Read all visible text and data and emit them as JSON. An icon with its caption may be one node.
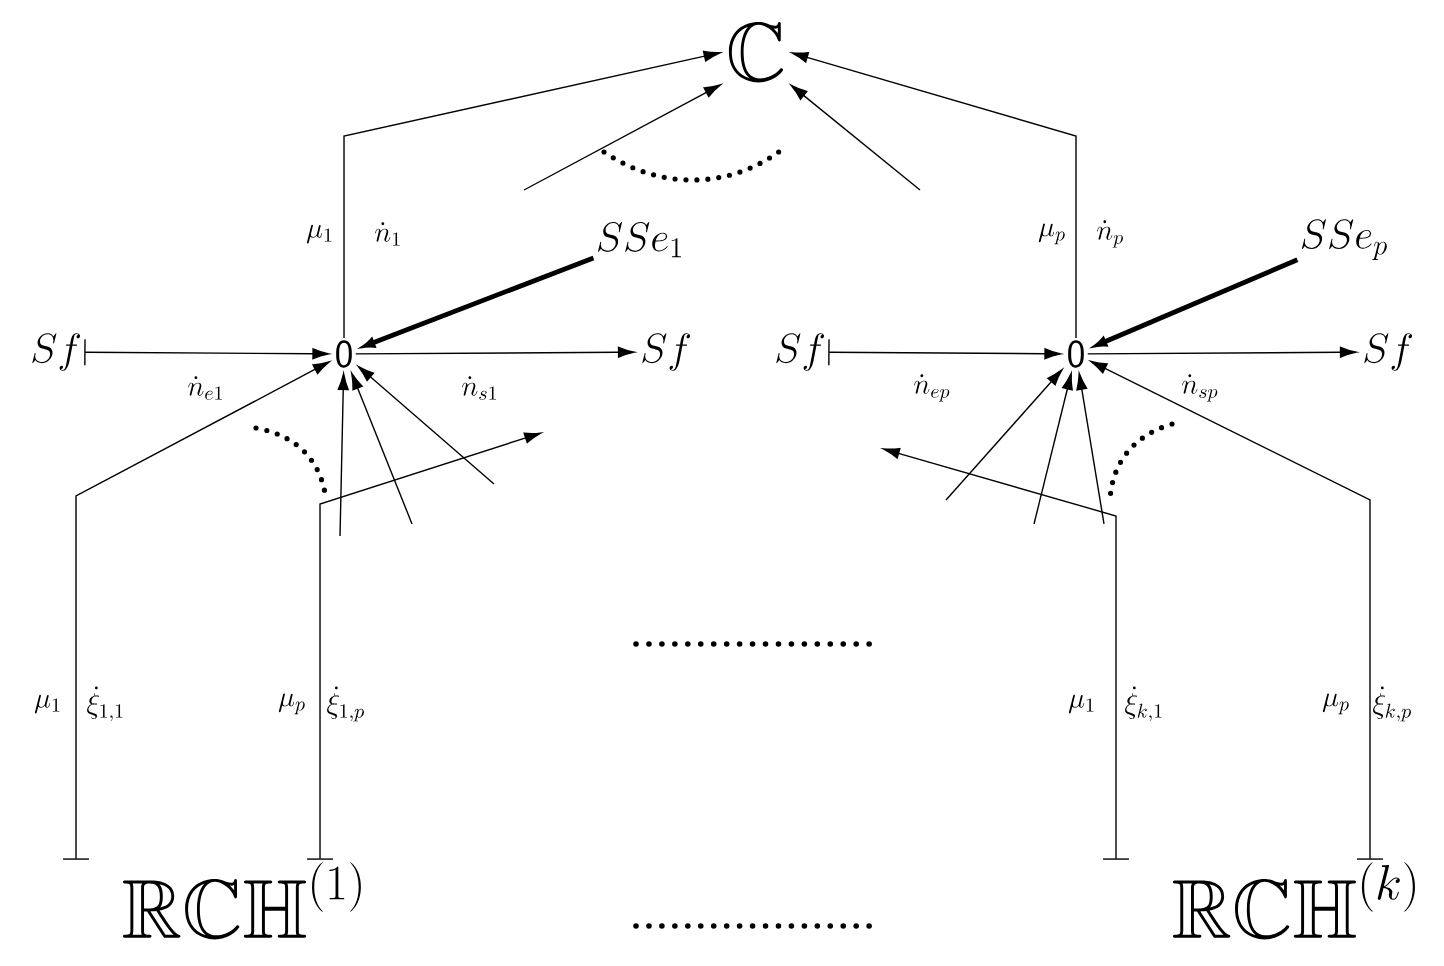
{
  "diagram": {
    "nodes": [
      {
        "text": [
          "\\mathbb{C}"
        ]
      },
      {
        "text": [
          "\\mathsf{0}"
        ]
      },
      {
        "text": [
          "\\mathsf{0}"
        ]
      },
      {
        "text": [
          "SSe_1"
        ]
      },
      {
        "text": [
          "SSe_p"
        ]
      },
      {
        "text": [
          "Sf"
        ]
      },
      {
        "text": [
          "Sf"
        ]
      },
      {
        "text": [
          "Sf"
        ]
      },
      {
        "text": [
          "Sf"
        ]
      },
      {
        "text": [
          "\\mathbb{RCH}^{(1)}"
        ]
      },
      {
        "text": [
          "\\mathbb{RCH}^{(k)}"
        ]
      }
    ],
    "edges": [
      {
        "from": 1,
        "to": 0,
        "arrow": "to",
        "label": "\\mu_1"
      },
      {
        "from": 2,
        "to": 0,
        "arrow": "to",
        "label": "\\mu_p"
      },
      {
        "from": null,
        "to": 0,
        "arrow": "to"
      },
      {
        "from": null,
        "to": 0,
        "arrow": "to"
      },
      {
        "from": 3,
        "to": 1,
        "arrow": "to",
        "style": "thick"
      },
      {
        "from": 4,
        "to": 2,
        "arrow": "to",
        "style": "thick"
      },
      {
        "from": 5,
        "to": 1,
        "arrow": "to",
        "label": "\\dot{n}_{e1}"
      },
      {
        "from": 1,
        "to": 6,
        "arrow": "to",
        "label": "\\dot{n}_{s1}"
      },
      {
        "from": 7,
        "to": 2,
        "arrow": "to",
        "label": "\\dot{n}_{ep}"
      },
      {
        "from": 2,
        "to": 8,
        "arrow": "to",
        "label": "\\dot{n}_{sp}"
      },
      {
        "from": 9,
        "to": 1,
        "arrow": "to",
        "label": "\\mu_1"
      },
      {
        "from": null,
        "to": 1,
        "arrow": "to"
      },
      {
        "from": null,
        "to": 1,
        "arrow": "to"
      },
      {
        "from": null,
        "to": 1,
        "arrow": "to"
      },
      {
        "from": 9,
        "to": null,
        "arrow": "to",
        "label": "\\mu_p"
      },
      {
        "from": null,
        "to": 2,
        "arrow": "to"
      },
      {
        "from": null,
        "to": 2,
        "arrow": "to"
      },
      {
        "from": null,
        "to": 2,
        "arrow": "to"
      },
      {
        "from": 10,
        "to": null,
        "arrow": "to",
        "label": "\\mu_1"
      },
      {
        "from": 10,
        "to": 2,
        "arrow": "to",
        "label": "\\mu_p"
      }
    ],
    "labels": [
      "\\dot{n}_1",
      "\\dot{n}_p",
      "\\dot{\\xi}_{1,1}",
      "\\dot{\\xi}_{1,p}",
      "\\dot{\\xi}_{k,1}",
      "\\dot{\\xi}_{k,p}"
    ]
  }
}
